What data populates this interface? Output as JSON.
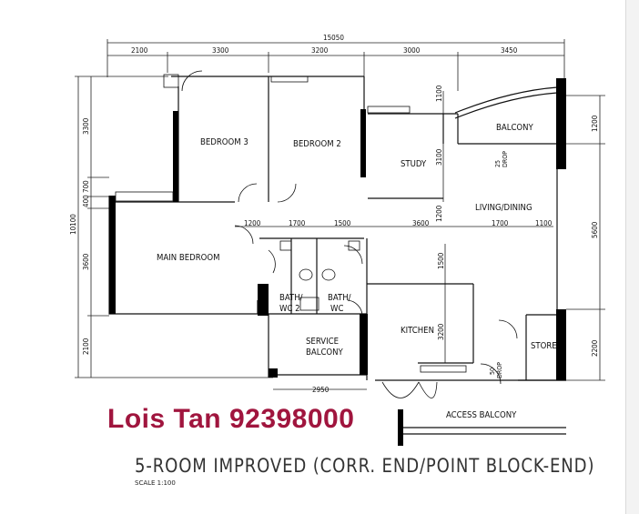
{
  "plan": {
    "dims_top": [
      "15050",
      "2100",
      "3300",
      "3200",
      "3000",
      "3450"
    ],
    "dims_left": [
      "10100",
      "3300",
      "700",
      "400",
      "3600",
      "2100"
    ],
    "dims_right": [
      "1200",
      "5600",
      "2200"
    ],
    "dims_inner": [
      "1200",
      "1700",
      "1500",
      "3600",
      "1700",
      "1100",
      "1100",
      "3100",
      "1200",
      "1500",
      "3200",
      "2950"
    ],
    "rooms": {
      "bedroom3": "BEDROOM 3",
      "bedroom2": "BEDROOM 2",
      "study": "STUDY",
      "balcony": "BALCONY",
      "living_dining": "LIVING/DINING",
      "main_bedroom": "MAIN BEDROOM",
      "bath2_l1": "BATH/",
      "bath2_l2": "WC 2",
      "bath_l1": "BATH/",
      "bath_l2": "WC",
      "service_l1": "SERVICE",
      "service_l2": "BALCONY",
      "kitchen": "KITCHEN",
      "store": "STORE",
      "access_balcony": "ACCESS BALCONY"
    },
    "notes": {
      "drop_25a": "25",
      "drop_25b": "DROP",
      "drop_50a": "50",
      "drop_50b": "DROP"
    }
  },
  "agent_label": "Lois Tan 92398000",
  "title": "5-ROOM IMPROVED (CORR. END/POINT BLOCK-END)",
  "scale": "SCALE   1:100",
  "colors": {
    "agent": "#a0153e",
    "wall": "#000000",
    "line": "#222222"
  }
}
